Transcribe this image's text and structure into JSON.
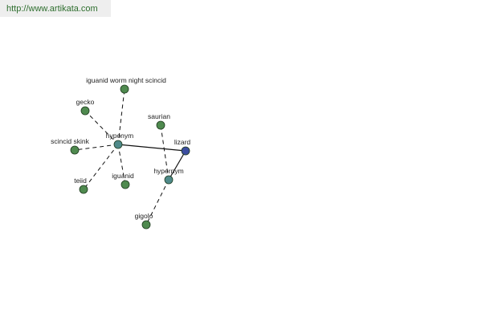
{
  "header": {
    "url_text": "http://www.artikata.com"
  },
  "colors": {
    "leaf": "#4f8a4f",
    "relation": "#4f8a8a",
    "root": "#3c4ea0",
    "url_bar": "#eeeeee",
    "url_text": "#2e6e2e"
  },
  "graph": {
    "root": {
      "id": "lizard",
      "label": "lizard"
    },
    "relations": [
      {
        "id": "hyponym",
        "label": "hyponym",
        "children": [
          {
            "id": "iguanid-worm-night-scincid",
            "label": "iguanid worm night scincid"
          },
          {
            "id": "gecko",
            "label": "gecko"
          },
          {
            "id": "scincid-skink",
            "label": "scincid skink"
          },
          {
            "id": "teiid",
            "label": "teiid"
          },
          {
            "id": "iguanid",
            "label": "iguanid"
          }
        ]
      },
      {
        "id": "hypernym",
        "label": "hypernym",
        "children": [
          {
            "id": "saurian",
            "label": "saurian"
          },
          {
            "id": "gigolo",
            "label": "gigolo"
          }
        ]
      }
    ]
  }
}
